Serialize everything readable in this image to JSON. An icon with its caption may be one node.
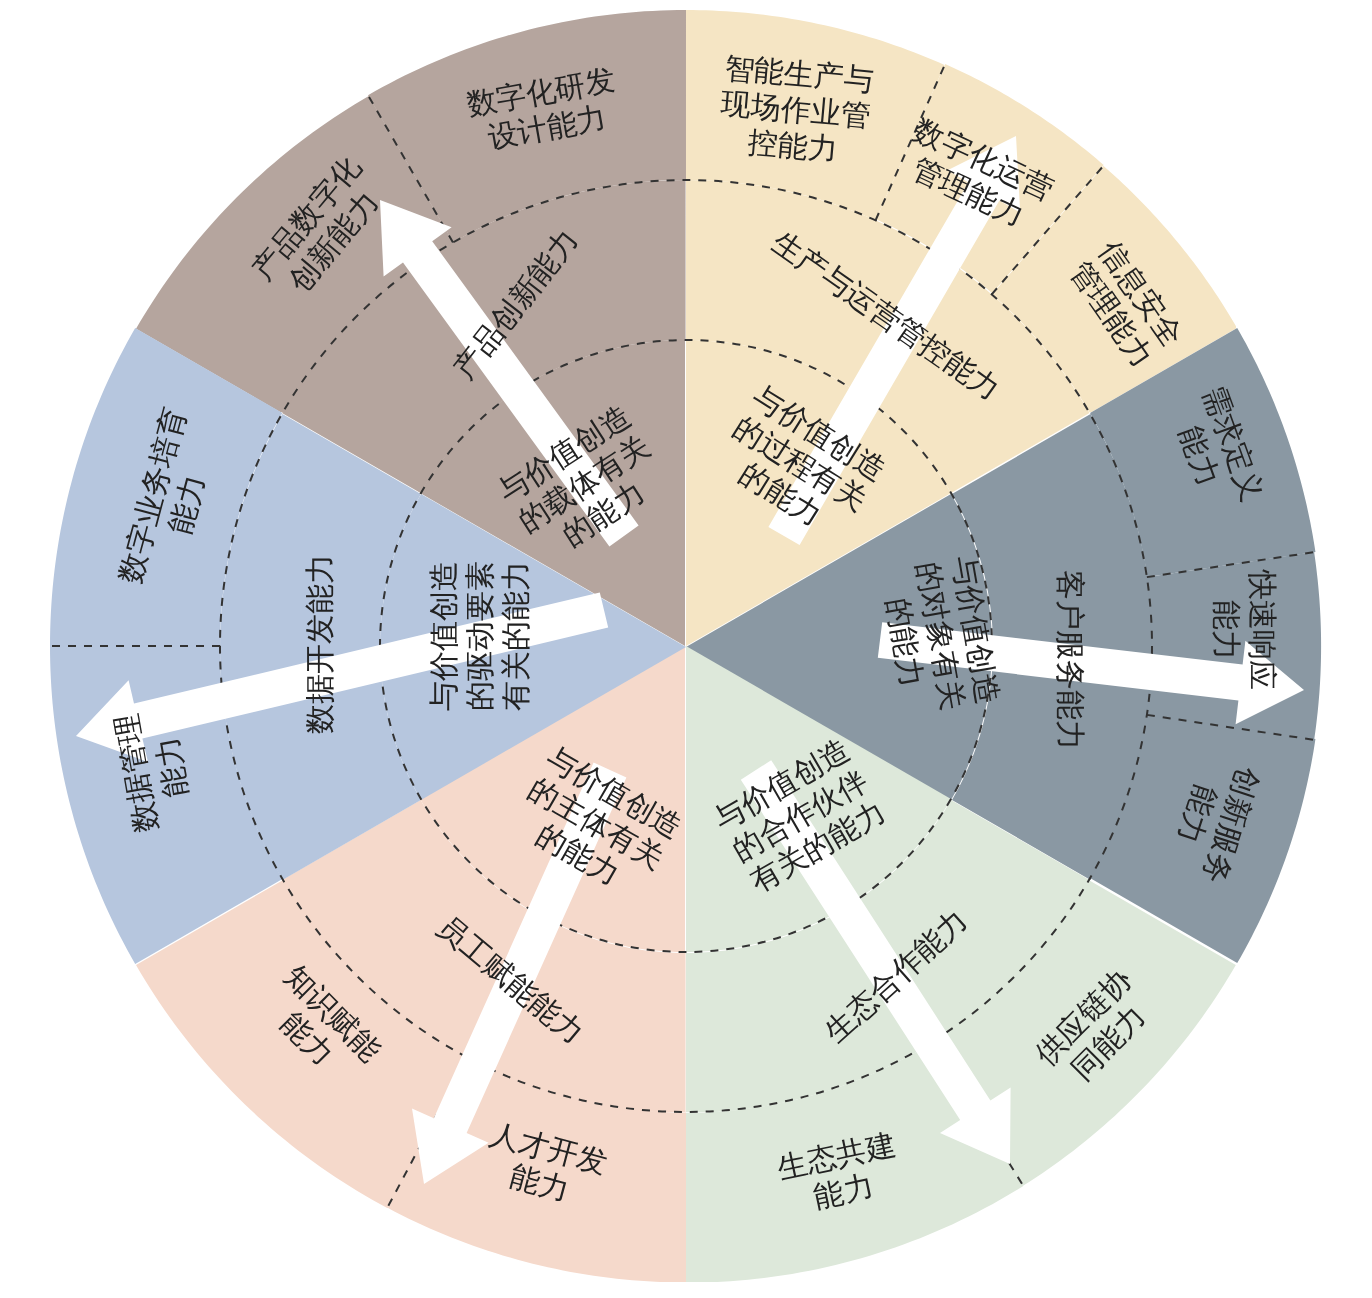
{
  "diagram": {
    "nodes": [
      {
        "text": [
          "与价值创造的载体有关的能力"
        ]
      },
      {
        "text": [
          "产品创新能力"
        ]
      },
      {
        "text": [
          "产品数字化创新能力"
        ]
      },
      {
        "text": [
          "数字化研发设计能力"
        ]
      },
      {
        "text": [
          "与价值创造的过程有关的能力"
        ]
      },
      {
        "text": [
          "生产与运营管控能力"
        ]
      },
      {
        "text": [
          "智能生产与现场作业管控能力"
        ]
      },
      {
        "text": [
          "数字化运营管理能力"
        ]
      },
      {
        "text": [
          "信息安全管理能力"
        ]
      },
      {
        "text": [
          "与价值创造的对象有关的能力"
        ]
      },
      {
        "text": [
          "客户服务能力"
        ]
      },
      {
        "text": [
          "需求定义能力"
        ]
      },
      {
        "text": [
          "快速响应能力"
        ]
      },
      {
        "text": [
          "创新服务能力"
        ]
      },
      {
        "text": [
          "与价值创造的合作伙伴有关的能力"
        ]
      },
      {
        "text": [
          "生态合作能力"
        ]
      },
      {
        "text": [
          "供应链协同能力"
        ]
      },
      {
        "text": [
          "生态共建能力"
        ]
      },
      {
        "text": [
          "与价值创造的主体有关的能力"
        ]
      },
      {
        "text": [
          "员工赋能能力"
        ]
      },
      {
        "text": [
          "人才开发能力"
        ]
      },
      {
        "text": [
          "知识赋能能力"
        ]
      },
      {
        "text": [
          "与价值创造的驱动要素有关的能力"
        ]
      },
      {
        "text": [
          "数据开发能力"
        ]
      },
      {
        "text": [
          "数据管理能力"
        ]
      },
      {
        "text": [
          "数字业务培育能力"
        ]
      }
    ],
    "edges": [
      {
        "from": 0,
        "to": 2,
        "arrow": "to"
      },
      {
        "from": 4,
        "to": 7,
        "arrow": "to"
      },
      {
        "from": 9,
        "to": 12,
        "arrow": "to"
      },
      {
        "from": 14,
        "to": 17,
        "arrow": "to"
      },
      {
        "from": 18,
        "to": 20,
        "arrow": "to"
      },
      {
        "from": 22,
        "to": 24,
        "arrow": "to"
      }
    ]
  }
}
